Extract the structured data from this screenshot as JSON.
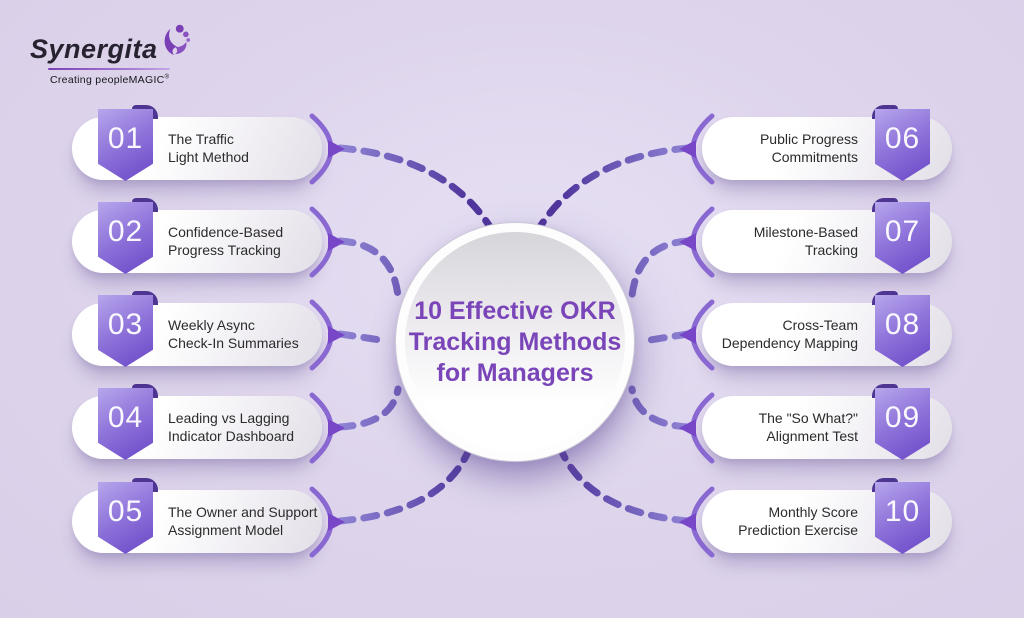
{
  "brand": {
    "name": "Synergita",
    "tagline": "Creating peopleMAGIC",
    "reg_mark": "®"
  },
  "center": {
    "title_lines": [
      "10 Effective OKR",
      "Tracking Methods",
      "for Managers"
    ]
  },
  "items": {
    "left": [
      {
        "number": "01",
        "line1": "The Traffic",
        "line2": "Light Method"
      },
      {
        "number": "02",
        "line1": "Confidence-Based",
        "line2": "Progress Tracking"
      },
      {
        "number": "03",
        "line1": "Weekly Async",
        "line2": "Check-In Summaries"
      },
      {
        "number": "04",
        "line1": "Leading vs Lagging",
        "line2": "Indicator Dashboard"
      },
      {
        "number": "05",
        "line1": "The Owner and Support",
        "line2": "Assignment Model"
      }
    ],
    "right": [
      {
        "number": "06",
        "line1": "Public Progress",
        "line2": "Commitments"
      },
      {
        "number": "07",
        "line1": "Milestone-Based",
        "line2": "Tracking"
      },
      {
        "number": "08",
        "line1": "Cross-Team",
        "line2": "Dependency Mapping"
      },
      {
        "number": "09",
        "line1": "The \"So What?\"",
        "line2": "Alignment Test"
      },
      {
        "number": "10",
        "line1": "Monthly Score",
        "line2": "Prediction Exercise"
      }
    ]
  },
  "colors": {
    "background": "#ded5ec",
    "title_purple": "#7a45b8",
    "ribbon_light": "#b7a6ec",
    "ribbon_dark": "#6a47c6",
    "ribbon_fold": "#4e3592",
    "connector_light": "#9186d6",
    "connector_dark": "#4f359c",
    "arrow_purple": "#7747c8",
    "card_text": "#2b2b2b",
    "logo_purple": "#7b3fb5"
  }
}
